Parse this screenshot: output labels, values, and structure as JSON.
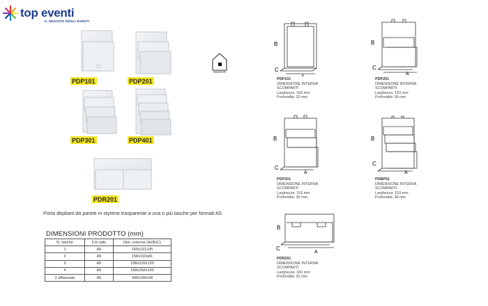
{
  "logo": {
    "name": "top eventi",
    "tagline": "IL NEGOZIO DEGLI EVENTI"
  },
  "products": [
    {
      "code": "PDP101"
    },
    {
      "code": "PDP201"
    },
    {
      "code": "PDP301"
    },
    {
      "code": "PDP401"
    },
    {
      "code": "PDR201"
    }
  ],
  "indoor_label": "INDOOR",
  "description": "Porta depliant da parete in styrene trasparente a una o più tasche per formati A5.",
  "table": {
    "title": "DIMENSIONI PRODOTTO (mm)",
    "headers": [
      "N. tasche",
      "F.to utile",
      "Dim. esterne (AxBxC)"
    ],
    "rows": [
      [
        "1",
        "A5",
        "165x191x35"
      ],
      [
        "2",
        "A5",
        "158x193x81"
      ],
      [
        "3",
        "A5",
        "158x220x120"
      ],
      [
        "4",
        "A5",
        "158x260x160"
      ],
      [
        "2 affiancate",
        "A5",
        "340x186x38"
      ]
    ]
  },
  "drawings": [
    {
      "code": "PDP101",
      "line1": "DIMENSIONE INTERNA",
      "line2": "SCOMPARTI",
      "width": "Larghezza: 160 mm",
      "depth": "Profondità: 32 mm"
    },
    {
      "code": "PDP201",
      "line1": "DIMENSIONE INTERNA",
      "line2": "SCOMPARTI",
      "width": "Larghezza: 153 mm",
      "depth": "Profondità: 36 mm"
    },
    {
      "code": "PDP301",
      "line1": "DIMENSIONE INTERNA",
      "line2": "SCOMPARTI",
      "width": "Larghezza: 153 mm",
      "depth": "Profondità: 36 mm"
    },
    {
      "code": "PDBP01",
      "line1": "DIMENSIONE INTERNA",
      "line2": "SCOMPARTI",
      "width": "Larghezza: 153 mm",
      "depth": "Profondità: 36 mm"
    },
    {
      "code": "PDR201",
      "line1": "DIMENSIONE INTERNA",
      "line2": "SCOMPARTI",
      "width": "Larghezza: 160 mm",
      "depth": "Profondità: 32 mm"
    }
  ],
  "dim_letters": {
    "a": "A",
    "b": "B",
    "c": "C"
  }
}
